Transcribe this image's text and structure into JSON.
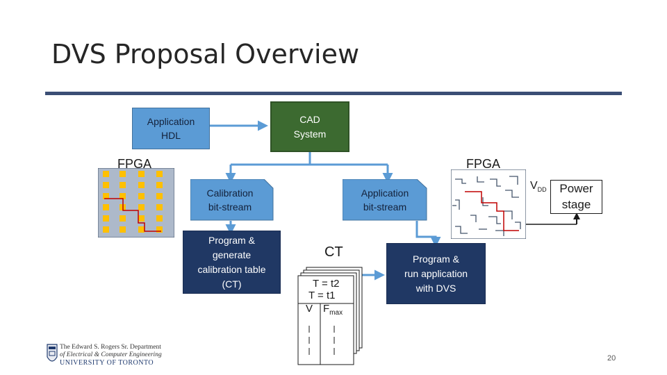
{
  "slide": {
    "title": "DVS Proposal Overview",
    "page_number": "20"
  },
  "boxes": {
    "application_hdl": "Application\nHDL",
    "cad_system": "CAD\nSystem",
    "calibration_bitstream": "Calibration\nbit-stream",
    "application_bitstream": "Application\nbit-stream",
    "program_calibrate": "Program &\ngenerate\ncalibration table\n(CT)",
    "program_run": "Program &\nrun application\nwith DVS",
    "power_stage": "Power\nstage"
  },
  "labels": {
    "fpga_left": "FPGA",
    "fpga_right": "FPGA",
    "vdd_v": "V",
    "vdd_sub": "DD",
    "ct": "CT",
    "t2": "T = t2",
    "t1": "T = t1",
    "col_v": "V",
    "col_f": "F",
    "col_f_sub": "max"
  },
  "logo": {
    "line1": "The Edward S. Rogers Sr. Department",
    "line2": "of Electrical & Computer Engineering",
    "line3": "UNIVERSITY OF TORONTO"
  },
  "colors": {
    "light_blue_box": "#5b9bd5",
    "green_box": "#3c6a30",
    "navy_box": "#203864",
    "arrow": "#5b9bd5",
    "fpga_grey": "#adb9ca",
    "block_yellow": "#ffc000",
    "route_red": "#c00000",
    "title_rule": "#3b4e75"
  }
}
